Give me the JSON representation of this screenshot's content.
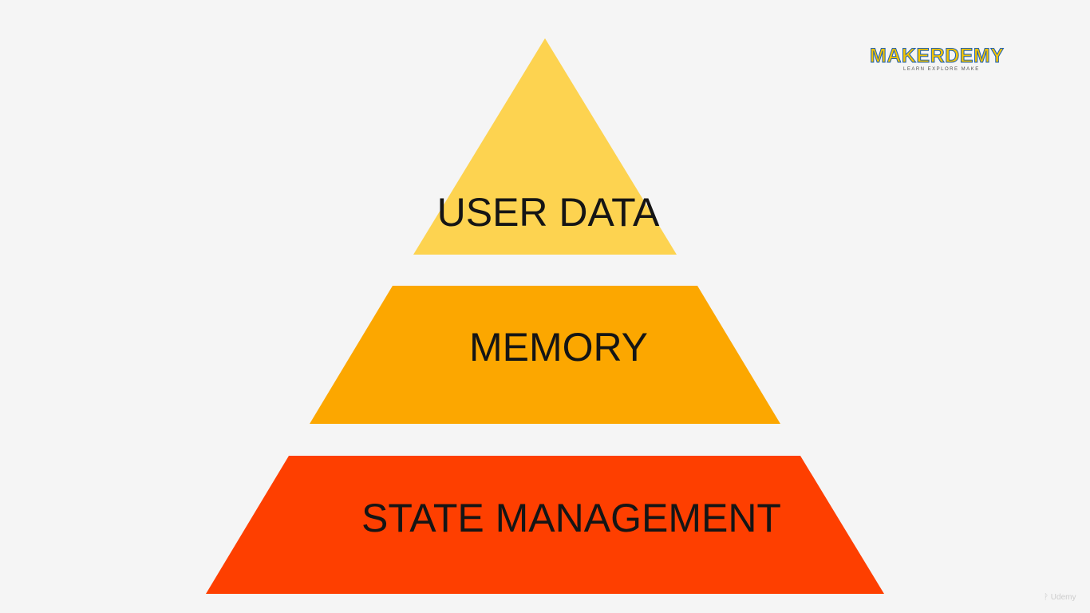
{
  "pyramid": {
    "tiers": [
      {
        "label": "USER DATA",
        "color": "#fdd350"
      },
      {
        "label": "MEMORY",
        "color": "#fca700"
      },
      {
        "label": "STATE MANAGEMENT",
        "color": "#fe3f00"
      }
    ]
  },
  "logo": {
    "name": "MAKERDEMY",
    "tagline": "LEARN EXPLORE MAKE",
    "colors": {
      "fill": "#f4c400",
      "outline": "#1b5fb6"
    }
  },
  "watermark": {
    "text": "Udemy"
  },
  "background": "#f5f5f5"
}
